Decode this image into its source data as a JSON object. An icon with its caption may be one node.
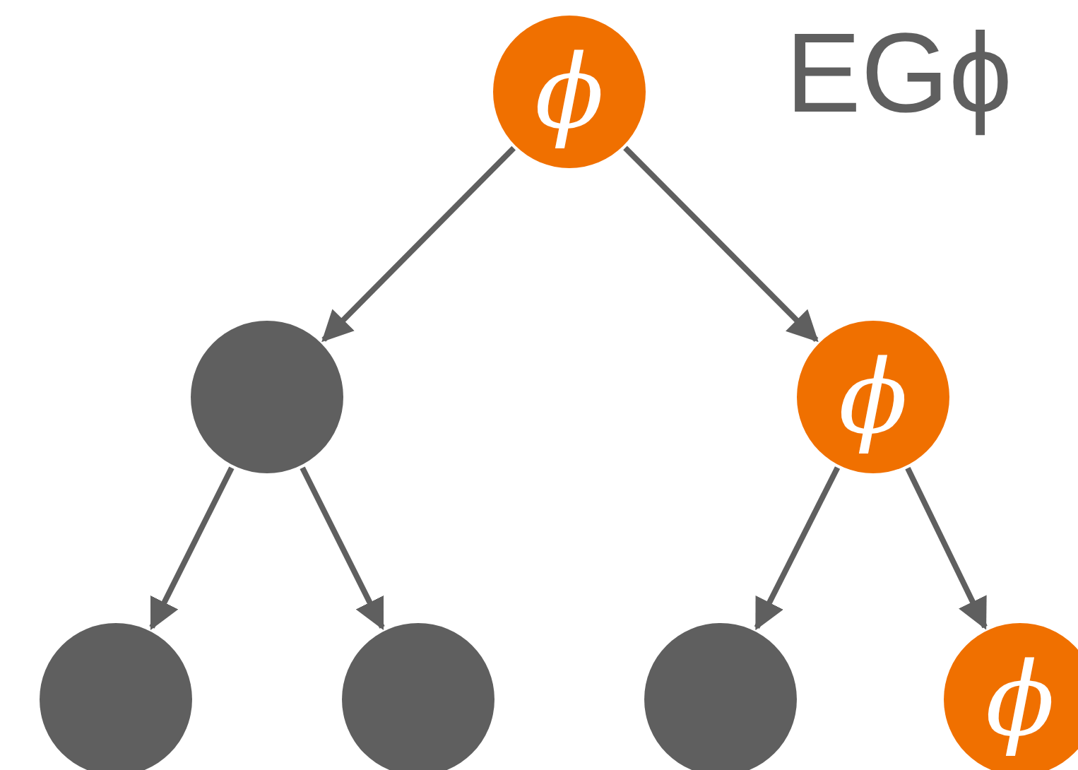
{
  "diagram": {
    "nodes": [
      {
        "text": [
          "ϕ"
        ]
      },
      {
        "text": [],
        "shape": "circle"
      },
      {
        "text": [
          "ϕ"
        ]
      },
      {
        "text": [],
        "shape": "circle"
      },
      {
        "text": [],
        "shape": "circle"
      },
      {
        "text": [],
        "shape": "circle"
      },
      {
        "text": [
          "ϕ"
        ]
      }
    ],
    "edges": [
      {
        "from": 0,
        "to": 1,
        "arrow": "to"
      },
      {
        "from": 0,
        "to": 2,
        "arrow": "to"
      },
      {
        "from": 1,
        "to": 3,
        "arrow": "to"
      },
      {
        "from": 1,
        "to": 4,
        "arrow": "to"
      },
      {
        "from": 2,
        "to": 5,
        "arrow": "to"
      },
      {
        "from": 2,
        "to": 6,
        "arrow": "to"
      }
    ],
    "labels": [
      "EGϕ"
    ]
  }
}
